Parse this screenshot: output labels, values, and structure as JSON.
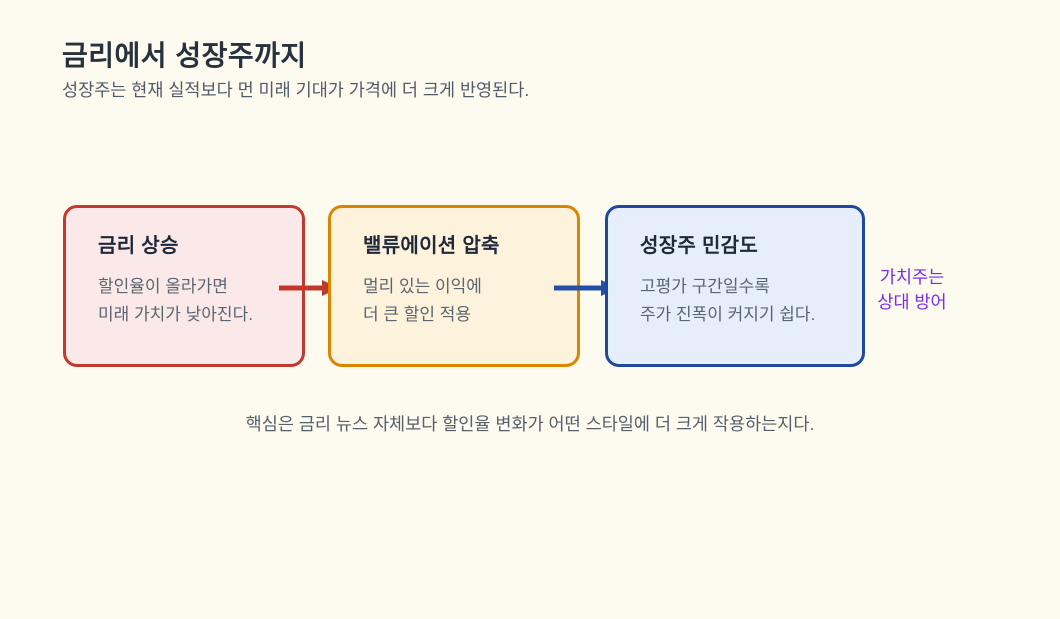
{
  "page": {
    "title": "금리에서 성장주까지",
    "subtitle": "성장주는 현재 실적보다 먼 미래 기대가 가격에 더 크게 반영된다.",
    "caption": "핵심은 금리 뉴스 자체보다 할인율 변화가 어떤 스타일에 더 크게 작용하는지다."
  },
  "flow": {
    "steps": [
      {
        "title": "금리 상승",
        "body": "할인율이 올라가면\n미래 가치가 낮아진다.",
        "accent_color": "#c13a30",
        "background_color": "#fbe9e9"
      },
      {
        "title": "밸류에이션 압축",
        "body": "멀리 있는 이익에\n더 큰 할인 적용",
        "accent_color": "#d98500",
        "background_color": "#fdf3dc"
      },
      {
        "title": "성장주 민감도",
        "body": "고평가 구간일수록\n주가 진폭이 커지기 쉽다.",
        "accent_color": "#1d4a9e",
        "background_color": "#e7eefb"
      }
    ],
    "arrows": [
      {
        "color": "#c0392b"
      },
      {
        "color": "#2450a4"
      }
    ],
    "annotation": {
      "text": "가치주는\n상대 방어",
      "color": "#7a2de8"
    }
  },
  "colors": {
    "page_background": "#fdfaf0",
    "title_text": "#28323e",
    "muted_text": "#5b6570"
  }
}
